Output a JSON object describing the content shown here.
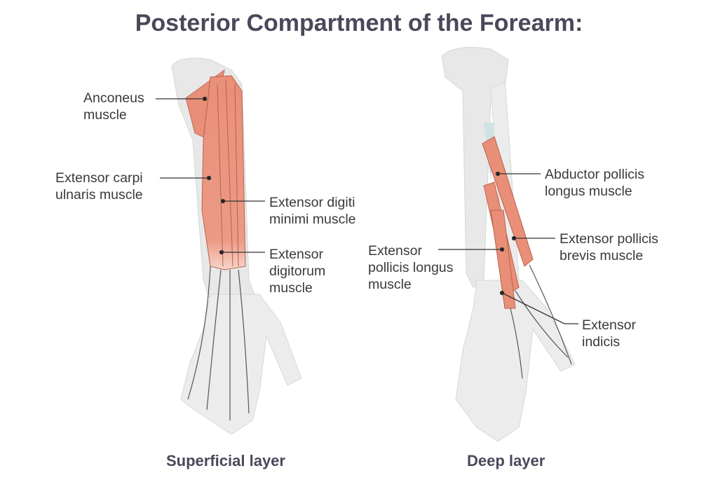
{
  "title": "Posterior Compartment of the Forearm:",
  "superficial": {
    "caption": "Superficial layer",
    "labels": {
      "anconeus": [
        "Anconeus",
        "muscle"
      ],
      "ecu": [
        "Extensor carpi",
        "ulnaris muscle"
      ],
      "edm": [
        "Extensor digiti",
        "minimi muscle"
      ],
      "ed": [
        "Extensor",
        "digitorum",
        "muscle"
      ]
    }
  },
  "deep": {
    "caption": "Deep layer",
    "labels": {
      "apl": [
        "Abductor pollicis",
        "longus muscle"
      ],
      "epb": [
        "Extensor pollicis",
        "brevis muscle"
      ],
      "epl": [
        "Extensor",
        "pollicis longus",
        "muscle"
      ],
      "ei": [
        "Extensor",
        "indicis"
      ]
    }
  },
  "colors": {
    "muscle": "#e9927c",
    "bone": "#e6e6e6",
    "title": "#4a4859"
  }
}
